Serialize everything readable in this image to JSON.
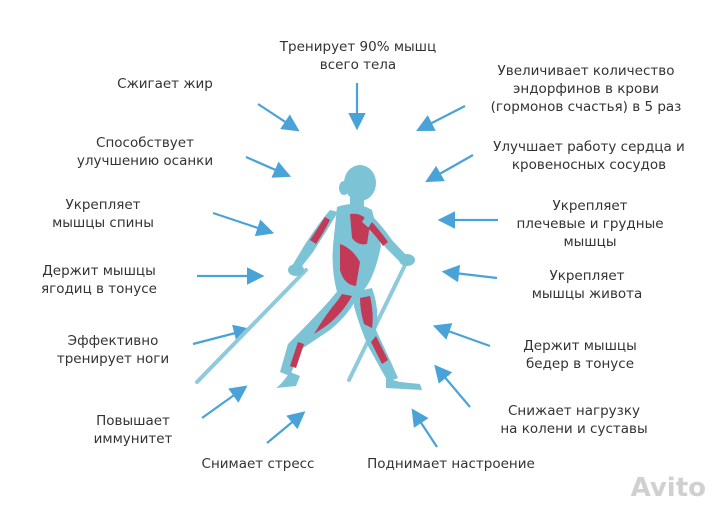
{
  "labels": {
    "top": "Тренирует 90% мышц\nвсего тела",
    "fat": "Сжигает жир",
    "posture": "Способствует\nулучшению осанки",
    "back": "Укрепляет\nмышцы спины",
    "glutes": "Держит мышцы\nягодиц в тонусе",
    "legs": "Эффективно\nтренирует ноги",
    "immunity": "Повышает\nиммунитет",
    "stress": "Снимает стресс",
    "mood": "Поднимает настроение",
    "joints": "Снижает нагрузку\nна колени и суставы",
    "thighs": "Держит мышцы\nбедер в тонусе",
    "abs": "Укрепляет\nмышцы живота",
    "chest": "Укрепляет\nплечевые и грудные\nмышцы",
    "heart": "Улучшает работу сердца и\nкровеносных сосудов",
    "endorphins": "Увеличивает количество\nэндорфинов в крови\n(гормонов счастья) в 5 раз"
  },
  "watermark": "Avito",
  "colors": {
    "arrow": "#4aa3d8",
    "body": "#7cc3d6",
    "muscle": "#c23a55",
    "pole": "#8fc9dc"
  }
}
